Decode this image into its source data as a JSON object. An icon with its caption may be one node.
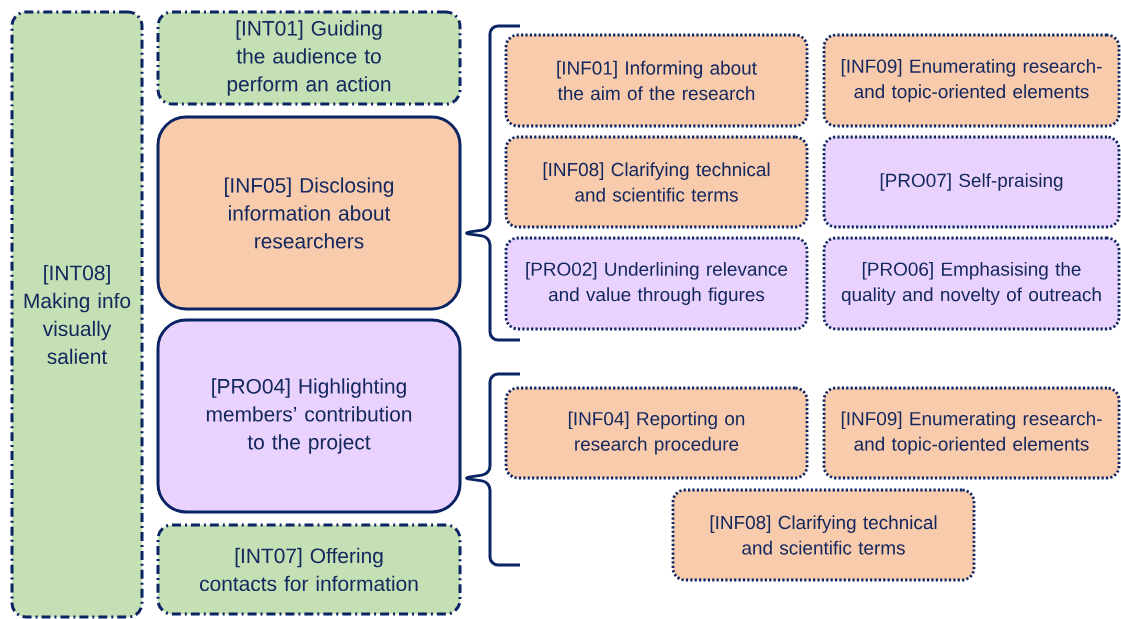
{
  "diagram": {
    "nodes": [
      {
        "text": [
          "[INT08] Making info visually salient"
        ]
      },
      {
        "text": [
          "[INT01] Guiding the audience to perform an action"
        ]
      },
      {
        "text": [
          "[INF05] Disclosing information about researchers"
        ]
      },
      {
        "text": [
          "[INF01] Informing about the aim of the research"
        ]
      },
      {
        "text": [
          "[INF09] Enumerating research- and topic-oriented elements"
        ]
      },
      {
        "text": [
          "[INF08] Clarifying technical and scientific terms"
        ]
      },
      {
        "text": [
          "[PRO07] Self-praising"
        ]
      },
      {
        "text": [
          "[PRO02] Underlining relevance and value through figures"
        ]
      },
      {
        "text": [
          "[PRO06] Emphasising the quality and novelty of outreach"
        ]
      },
      {
        "text": [
          "[PRO04] Highlighting members’ contribution to the project"
        ]
      },
      {
        "text": [
          "[INF04] Reporting on research procedure"
        ]
      },
      {
        "text": [
          "[INF09] Enumerating research- and topic-oriented elements"
        ]
      },
      {
        "text": [
          "[INF08] Clarifying technical and scientific terms"
        ]
      },
      {
        "text": [
          "[INT07] Offering contacts for information"
        ]
      }
    ]
  }
}
